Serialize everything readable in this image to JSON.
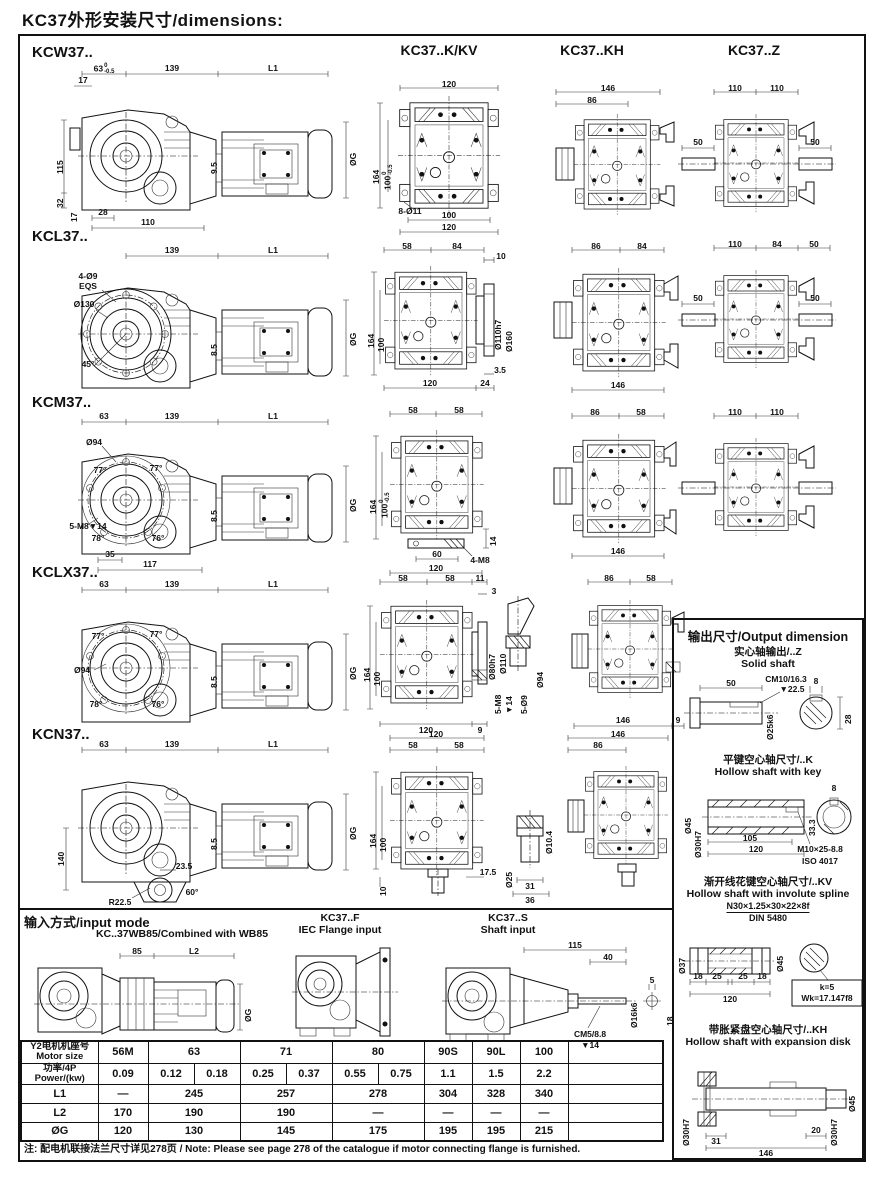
{
  "page": {
    "title": "KC37外形安装尺寸/dimensions:",
    "note": "注: 配电机联接法兰尺寸详见278页 / Note: Please see page 278 of the catalogue  if motor connecting flange is furnished."
  },
  "headers": {
    "kkv": "KC37..K/KV",
    "kh": "KC37..KH",
    "z": "KC37..Z"
  },
  "kcw": {
    "label": "KCW37..",
    "side": {
      "a": "63",
      "tol_top": "0",
      "tol_bot": "-0.5",
      "b": "139",
      "c": "L1",
      "t17": "17",
      "h115": "115",
      "h32": "32",
      "b17": "17",
      "b28": "28",
      "b110": "110",
      "rib": "9.5",
      "dg": "ØG"
    },
    "kkv": {
      "t120": "120",
      "l164": "164",
      "l100": "100",
      "tol_top": "0",
      "tol_bot": "-0.5",
      "holes": "8-Ø11",
      "b100": "100",
      "b120": "120"
    },
    "kh": {
      "t146": "146",
      "t86": "86"
    },
    "z": {
      "t110a": "110",
      "t110b": "110",
      "s50l": "50",
      "s50r": "50"
    }
  },
  "kcl": {
    "label": "KCL37..",
    "side": {
      "holes": "4-Ø9",
      "eqs": "EQS",
      "flange": "Ø130",
      "angle": "45°",
      "b": "139",
      "c": "L1",
      "rib": "8.5",
      "dg": "ØG"
    },
    "k": {
      "t58": "58",
      "t84": "84",
      "t10": "10",
      "shaft": "Ø110h7",
      "flangeD": "Ø160",
      "l164": "164",
      "l100": "100",
      "b120": "120",
      "b24": "24",
      "b35": "3.5"
    },
    "kh": {
      "t86": "86",
      "t84": "84",
      "b146": "146"
    },
    "z": {
      "t110": "110",
      "t84": "84",
      "t50": "50",
      "s50l": "50",
      "s50r": "50"
    }
  },
  "kcm": {
    "label": "KCM37..",
    "side": {
      "a": "63",
      "b": "139",
      "c": "L1",
      "d94": "Ø94",
      "tap": "5-M8▼14",
      "ang1": "77°",
      "ang2": "77°",
      "ang3": "78°",
      "ang4": "76°",
      "rib": "8.5",
      "b35": "35",
      "b117": "117",
      "dg": "ØG"
    },
    "k": {
      "t58a": "58",
      "t58b": "58",
      "l164": "164",
      "l100": "100",
      "tol_top": "0",
      "tol_bot": "-0.5",
      "r14": "14",
      "b60": "60",
      "b120": "120",
      "tap": "4-M8"
    },
    "kh": {
      "t86": "86",
      "t58": "58",
      "b146": "146"
    },
    "z": {
      "t110a": "110",
      "t110b": "110"
    }
  },
  "kclx": {
    "label": "KCLX37..",
    "side": {
      "a": "63",
      "b": "139",
      "c": "L1",
      "ang1": "77°",
      "ang2": "77°",
      "ang3": "78°",
      "ang4": "76°",
      "d94": "Ø94",
      "rib": "8.5",
      "dg": "ØG"
    },
    "k": {
      "t58a": "58",
      "t58b": "58",
      "t11": "11",
      "t3": "3",
      "shaft": "Ø80h7",
      "flangeD": "Ø110",
      "l164": "164",
      "l100": "100",
      "b120": "120",
      "b9": "9"
    },
    "detail": {
      "tap": "5-M8",
      "depth": "▼14",
      "holes": "5-Ø9",
      "d94": "Ø94"
    },
    "kh": {
      "t86": "86",
      "t58": "58",
      "b146": "146",
      "b9": "9"
    }
  },
  "kcn": {
    "label": "KCN37..",
    "side": {
      "a": "63",
      "b": "139",
      "c": "L1",
      "h140": "140",
      "rib": "8.5",
      "b235": "23.5",
      "ang": "60°",
      "r": "R22.5",
      "dg": "ØG"
    },
    "k": {
      "t120": "120",
      "t58a": "58",
      "t58b": "58",
      "l164": "164",
      "l100": "100",
      "l10": "10",
      "r175": "17.5"
    },
    "detail": {
      "d104": "Ø10.4",
      "d25": "Ø25",
      "b31": "31",
      "b36": "36"
    },
    "kh": {
      "t146": "146",
      "t86": "86"
    }
  },
  "output": {
    "title": "输出尺寸/Output dimension",
    "z": {
      "cn": "实心轴输出/..Z",
      "en": "Solid shaft",
      "d50": "50",
      "cm": "CM10/16.3",
      "depth": "▼22.5",
      "shaft": "Ø25k6",
      "w8": "8",
      "h28": "28"
    },
    "k": {
      "cn": "平键空心轴尺寸/..K",
      "en": "Hollow shaft with key",
      "d45": "Ø45",
      "bore": "Ø30H7",
      "l105": "105",
      "l120": "120",
      "w8": "8",
      "h333": "33.3",
      "screw": "M10×25-8.8",
      "iso": "ISO 4017"
    },
    "kv": {
      "cn": "渐开线花键空心轴尺寸/..KV",
      "en": "Hollow shaft with involute spline",
      "spline": "N30×1.25×30×22×8f",
      "din": "DIN 5480",
      "d37": "Ø37",
      "d45": "Ø45",
      "s18a": "18",
      "s25a": "25",
      "s25b": "25",
      "s18b": "18",
      "l120": "120",
      "k": "k=5",
      "wk": "Wk=17.147f8"
    },
    "kh": {
      "cn": "带胀紧盘空心轴尺寸/..KH",
      "en": "Hollow shaft with expansion disk",
      "bore_l": "Ø30H7",
      "b31": "31",
      "l146": "146",
      "l20": "20",
      "bore_r": "Ø30H7",
      "d45": "Ø45"
    }
  },
  "input": {
    "title": "输入方式/input mode",
    "wb": {
      "label": "KC..37WB85/Combined with WB85",
      "d85": "85",
      "l2": "L2",
      "dg": "ØG"
    },
    "f": {
      "label": "KC37..F",
      "sub": "IEC Flange input"
    },
    "s": {
      "label": "KC37..S",
      "sub": "Shaft input",
      "d115": "115",
      "d40": "40",
      "shaft": "Ø16k6",
      "cm": "CM5/8.8",
      "depth": "▼14",
      "k5": "5",
      "k18": "18"
    }
  },
  "table": {
    "motor_label_cn": "Y2电机机座号",
    "motor_label_en": "Motor size",
    "power_label_cn": "功率/4P",
    "power_label_en": "Power/(kw)",
    "l1_label": "L1",
    "l2_label": "L2",
    "og_label": "ØG",
    "sizes": [
      "56M",
      "63",
      "71",
      "80",
      "90S",
      "90L",
      "100"
    ],
    "power": [
      "0.09",
      "0.12",
      "0.18",
      "0.25",
      "0.37",
      "0.55",
      "0.75",
      "1.1",
      "1.5",
      "2.2"
    ],
    "l1": [
      "—",
      "245",
      "257",
      "278",
      "304",
      "328",
      "340"
    ],
    "l2": [
      "170",
      "190",
      "190",
      "—",
      "—",
      "—",
      "—"
    ],
    "og": [
      "120",
      "130",
      "145",
      "175",
      "195",
      "195",
      "215"
    ]
  }
}
